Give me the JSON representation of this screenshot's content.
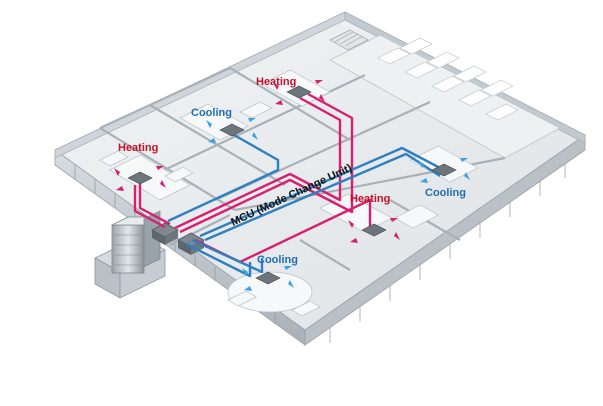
{
  "labels": {
    "heating_1": "Heating",
    "cooling_1": "Cooling",
    "heating_2": "Heating",
    "cooling_2": "Cooling",
    "heating_3": "Heating",
    "cooling_3": "Cooling",
    "mcu": "MCU (Mode Change Unit)"
  },
  "colors": {
    "heating": "#d6206f",
    "cooling": "#2f7fc1",
    "heating_text": "#c4102a",
    "cooling_text": "#1f6fae",
    "floor": "#e9ecee",
    "wall": "#c9cfd4"
  }
}
